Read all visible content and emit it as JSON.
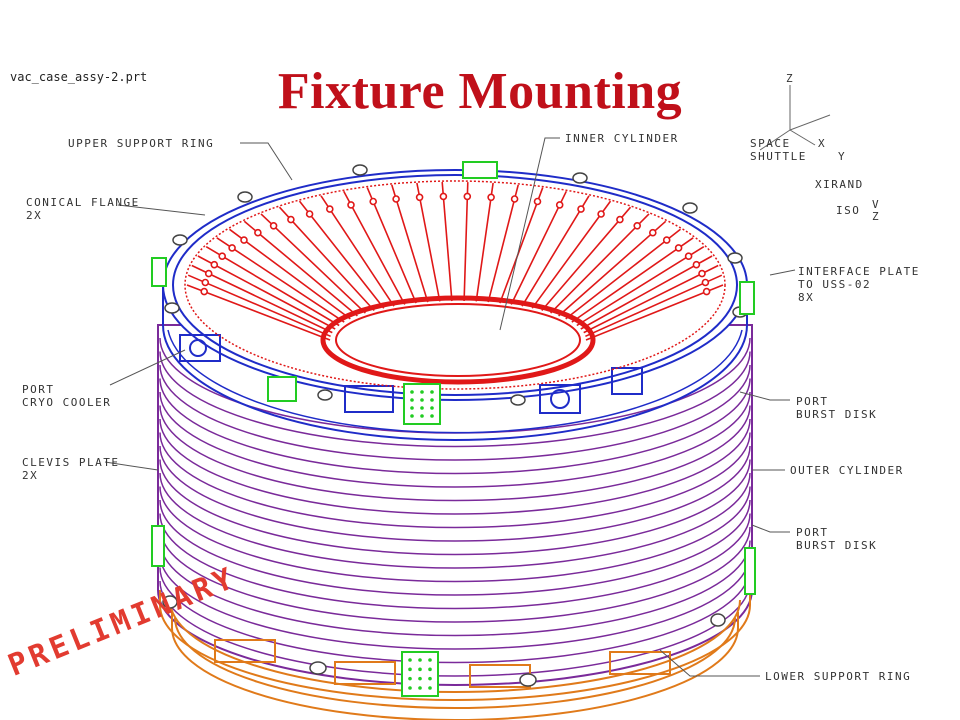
{
  "title": "Fixture Mounting",
  "filename": "vac_case_assy-2.prt",
  "labels": {
    "upper_support_ring": "UPPER SUPPORT RING",
    "inner_cylinder": "INNER CYLINDER",
    "conical_flange": "CONICAL FLANGE\n2X",
    "interface_plate": "INTERFACE PLATE\nTO USS-02\n8X",
    "port_cryo_cooler": "PORT\nCRYO COOLER",
    "port_burst_disk_upper": "PORT\nBURST DISK",
    "clevis_plate": "CLEVIS PLATE\n2X",
    "outer_cylinder": "OUTER CYLINDER",
    "port_burst_disk_lower": "PORT\nBURST DISK",
    "lower_support_ring": "LOWER SUPPORT RING"
  },
  "axes": {
    "z": "Z",
    "x": "X",
    "y": "Y",
    "space_shuttle": "SPACE\nSHUTTLE",
    "xrand": "XIRAND",
    "iso": "ISO",
    "iso_v": "V",
    "iso_z": "Z"
  },
  "stamp": "PRELIMINARY",
  "colors": {
    "title": "#c0101a",
    "inner_cylinder": "#e01818",
    "upper_ring": "#1f2cc8",
    "outer_cylinder": "#7a2a9a",
    "lower_ring": "#e07a1a",
    "interface_plate": "#22cc22",
    "stamp": "#e23b30"
  }
}
